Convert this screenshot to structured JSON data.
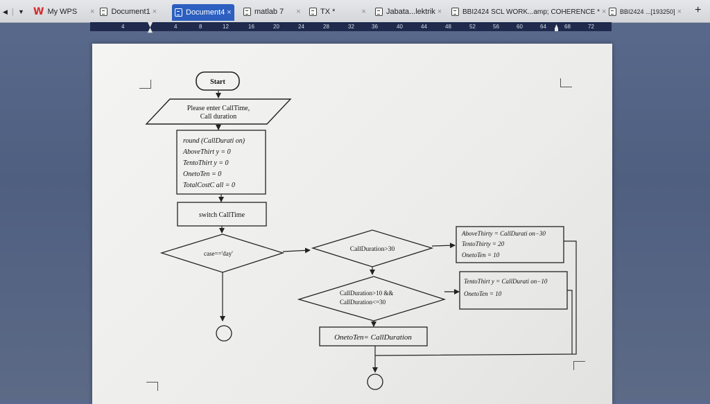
{
  "tabbar": {
    "home": "My WPS",
    "tabs": [
      {
        "label": "Document1",
        "active": false
      },
      {
        "label": "Document4",
        "active": true
      },
      {
        "label": "matlab 7",
        "active": false
      },
      {
        "label": "TX *",
        "active": false
      },
      {
        "label": "Jabata...lektrik",
        "active": false
      },
      {
        "label": "BBI2424 SCL WORK...amp; COHERENCE *",
        "active": false
      },
      {
        "label": "BBI2424 ...[193250]",
        "active": false
      }
    ],
    "close_glyph": "×",
    "add_glyph": "+"
  },
  "ruler": {
    "numbers": [
      "4",
      "4",
      "8",
      "12",
      "16",
      "20",
      "24",
      "28",
      "32",
      "36",
      "40",
      "44",
      "48",
      "52",
      "56",
      "60",
      "64",
      "68",
      "72"
    ]
  },
  "flowchart": {
    "start": "Start",
    "input_line1": "Please enter CallTime,",
    "input_line2": "Call duration",
    "init_lines": [
      "round (CallDurati on)",
      "AboveThirt y = 0",
      "TentoThirt y = 0",
      "OnetoTen = 0",
      "TotalCostC all = 0"
    ],
    "switch": "switch CallTime",
    "case_day": "case=='day'",
    "cond1": "CallDuration>30",
    "cond2_line1": "CallDuration>10 &&",
    "cond2_line2": "CallDuration<=30",
    "box_above_lines": [
      "AboveThirty = CallDurati on−30",
      "TentoThirty = 20",
      "OnetoTen = 10"
    ],
    "box_tento_lines": [
      "TentoThirt y = CallDurati on−10",
      "OnetoTen = 10"
    ],
    "box_oneto": "OnetoTen= CallDuration"
  },
  "colors": {
    "active_tab": "#2c5fbf",
    "wps_logo": "#d42b2b",
    "ruler_bg": "#1f2a4c"
  }
}
